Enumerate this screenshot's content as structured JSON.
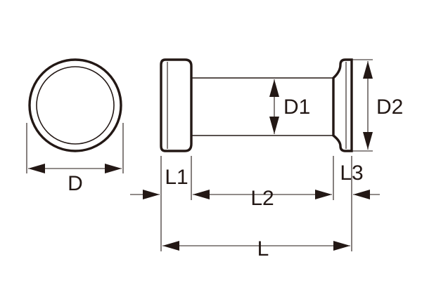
{
  "dimension_labels": {
    "d": "D",
    "d1": "D1",
    "d2": "D2",
    "l": "L",
    "l1": "L1",
    "l2": "L2",
    "l3": "L3"
  },
  "colors": {
    "line": "#231815",
    "background": "#ffffff"
  }
}
